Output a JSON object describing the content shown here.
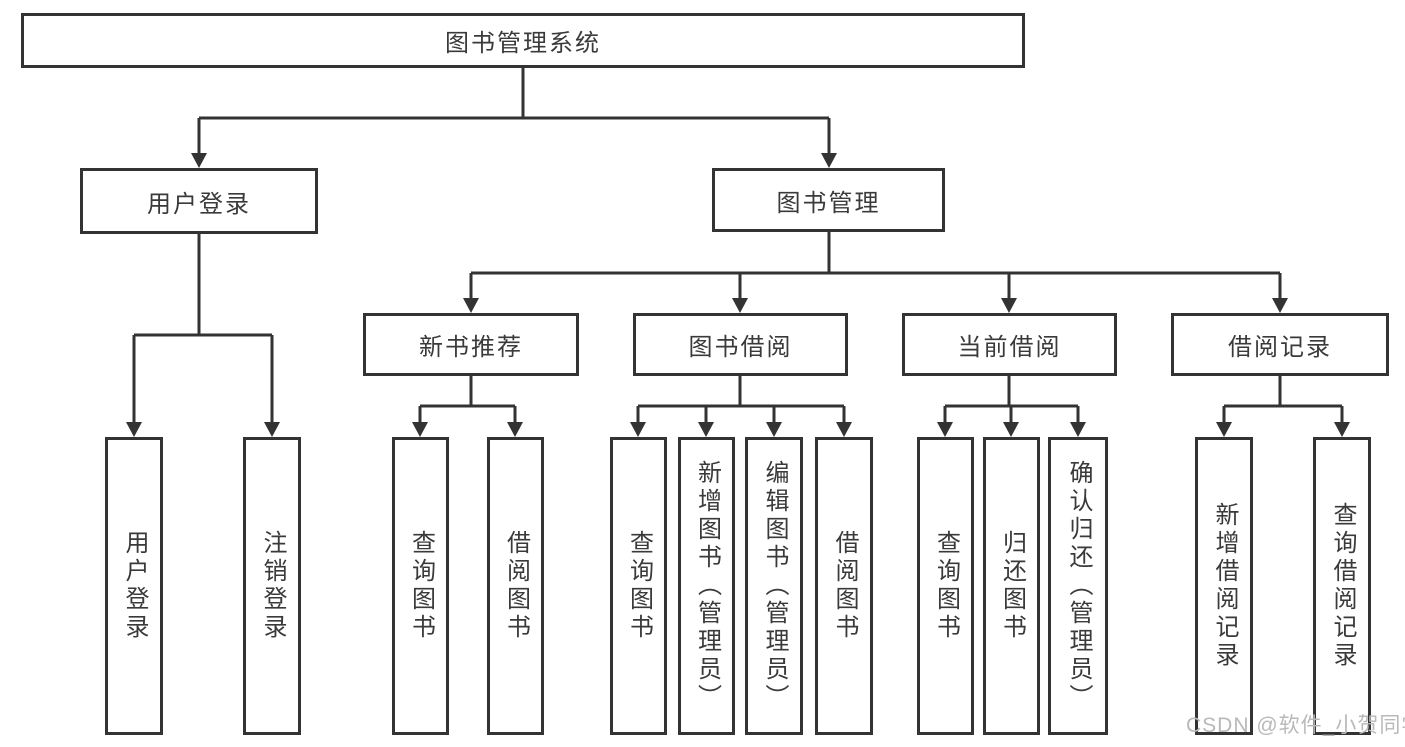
{
  "diagram": {
    "type": "hierarchy-tree",
    "colors": {
      "line": "#333333",
      "box_border": "#333333",
      "text": "#3a3a3a",
      "background": "#ffffff",
      "watermark_text": "#b9b9b9"
    },
    "tree": {
      "label": "图书管理系统",
      "children": [
        {
          "label": "用户登录",
          "children": [
            {
              "label": "用户登录"
            },
            {
              "label": "注销登录"
            }
          ]
        },
        {
          "label": "图书管理",
          "children": [
            {
              "label": "新书推荐",
              "children": [
                {
                  "label": "查询图书"
                },
                {
                  "label": "借阅图书"
                }
              ]
            },
            {
              "label": "图书借阅",
              "children": [
                {
                  "label": "查询图书"
                },
                {
                  "label": "新增图书（管理员）"
                },
                {
                  "label": "编辑图书（管理员）"
                },
                {
                  "label": "借阅图书"
                }
              ]
            },
            {
              "label": "当前借阅",
              "children": [
                {
                  "label": "查询图书"
                },
                {
                  "label": "归还图书"
                },
                {
                  "label": "确认归还（管理员）"
                }
              ]
            },
            {
              "label": "借阅记录",
              "children": [
                {
                  "label": "新增借阅记录"
                },
                {
                  "label": "查询借阅记录"
                }
              ]
            }
          ]
        }
      ]
    },
    "watermark": "CSDN @软件_小贺同学"
  }
}
